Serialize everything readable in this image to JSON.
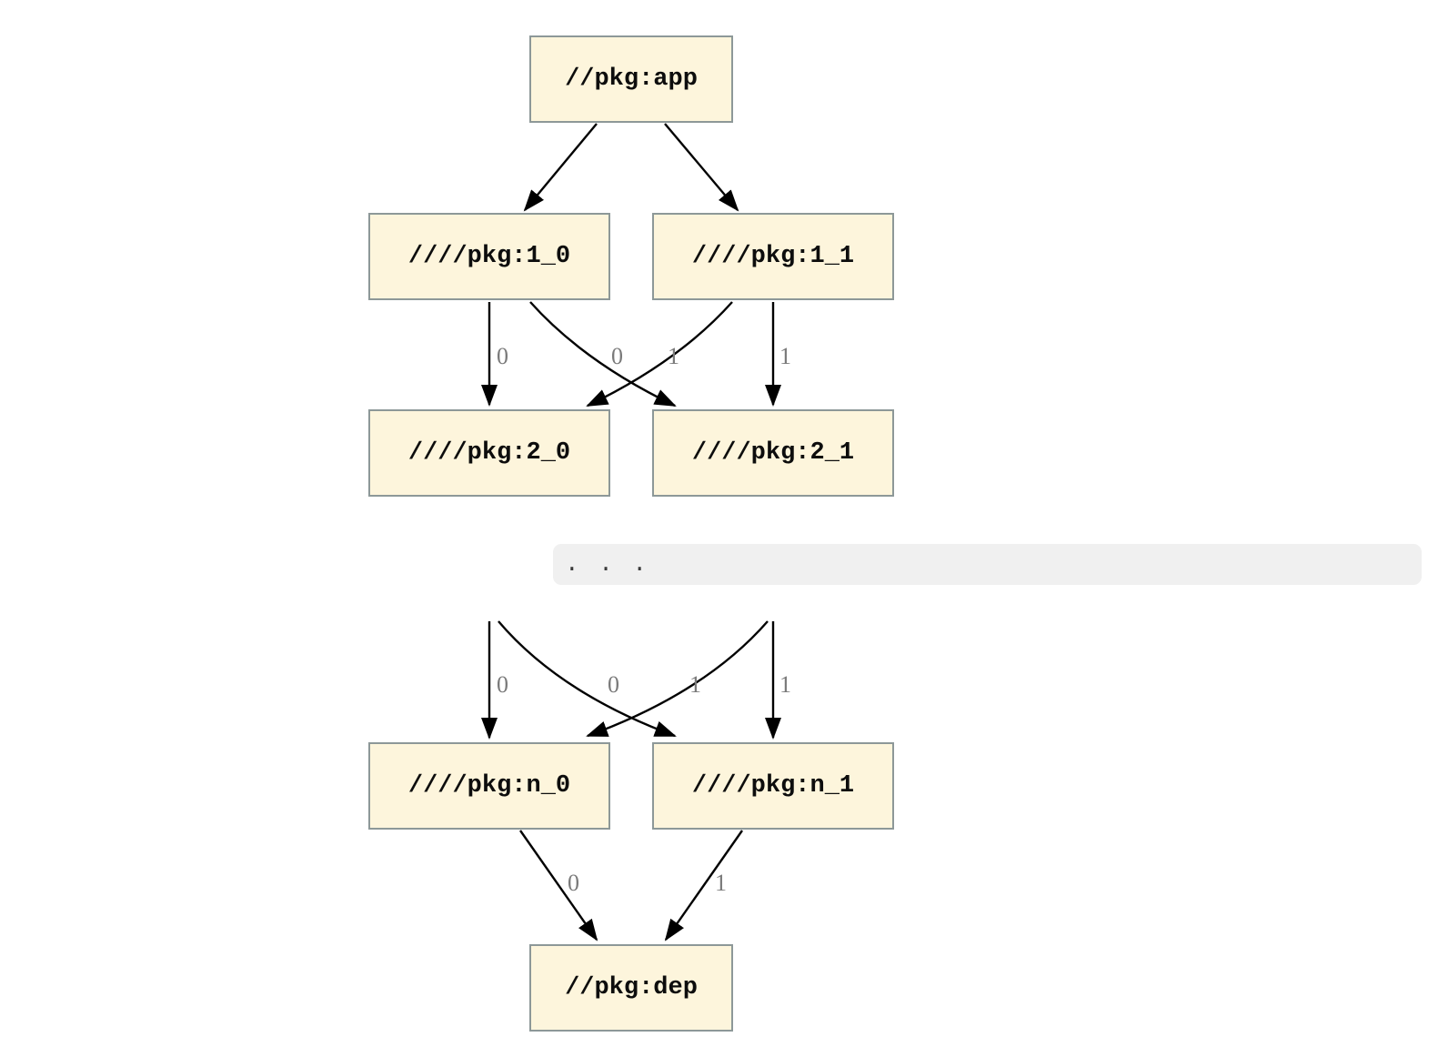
{
  "graph": {
    "type": "dependency-graph",
    "nodes": {
      "app": "//pkg:app",
      "l1_0": "////pkg:1_0",
      "l1_1": "////pkg:1_1",
      "l2_0": "////pkg:2_0",
      "l2_1": "////pkg:2_1",
      "ln_0": "////pkg:n_0",
      "ln_1": "////pkg:n_1",
      "dep": "//pkg:dep"
    },
    "edges": [
      {
        "from": "//pkg:app",
        "to": "////pkg:1_0"
      },
      {
        "from": "//pkg:app",
        "to": "////pkg:1_1"
      },
      {
        "from": "////pkg:1_0",
        "to": "////pkg:2_0",
        "label": "0"
      },
      {
        "from": "////pkg:1_0",
        "to": "////pkg:2_1",
        "label": "0"
      },
      {
        "from": "////pkg:1_1",
        "to": "////pkg:2_0",
        "label": "1"
      },
      {
        "from": "////pkg:1_1",
        "to": "////pkg:2_1",
        "label": "1"
      },
      {
        "from": "...",
        "to": "////pkg:n_0",
        "label": "0"
      },
      {
        "from": "...",
        "to": "////pkg:n_1",
        "label": "0"
      },
      {
        "from": "...",
        "to": "////pkg:n_0",
        "label": "1"
      },
      {
        "from": "...",
        "to": "////pkg:n_1",
        "label": "1"
      },
      {
        "from": "////pkg:n_0",
        "to": "//pkg:dep",
        "label": "0"
      },
      {
        "from": "////pkg:n_1",
        "to": "//pkg:dep",
        "label": "1"
      }
    ],
    "ellipsis_text": ". . ."
  },
  "colors": {
    "node_fill": "#fdf5dc",
    "node_border": "#8d9898",
    "edge": "#000000",
    "edge_label": "#7a7a7a",
    "ellipsis_background": "#f0f0f0",
    "ellipsis_text": "#3a3a3a",
    "background": "#ffffff"
  }
}
